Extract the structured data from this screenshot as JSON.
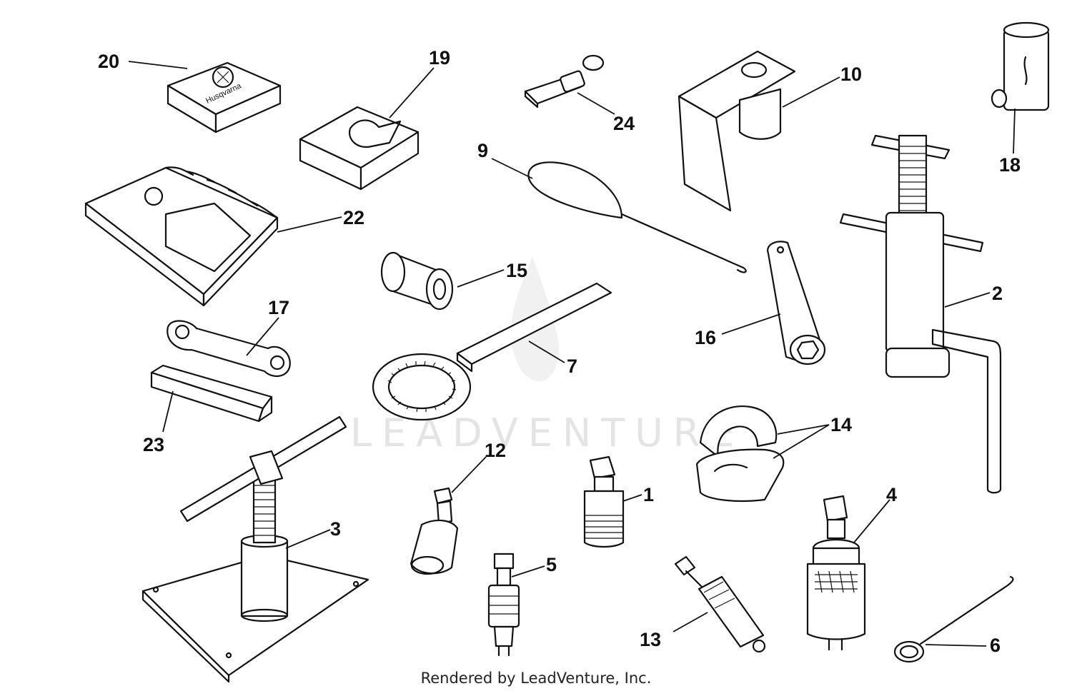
{
  "watermark": "LEADVENTURE",
  "footer": "Rendered by LeadVenture, Inc.",
  "brand_text": "Husqvarna",
  "callouts": {
    "c1": "1",
    "c2": "2",
    "c3": "3",
    "c4": "4",
    "c5": "5",
    "c6": "6",
    "c7": "7",
    "c9": "9",
    "c10": "10",
    "c12": "12",
    "c13": "13",
    "c14": "14",
    "c15": "15",
    "c16": "16",
    "c17": "17",
    "c18": "18",
    "c19": "19",
    "c20": "20",
    "c22": "22",
    "c23": "23",
    "c24": "24"
  }
}
